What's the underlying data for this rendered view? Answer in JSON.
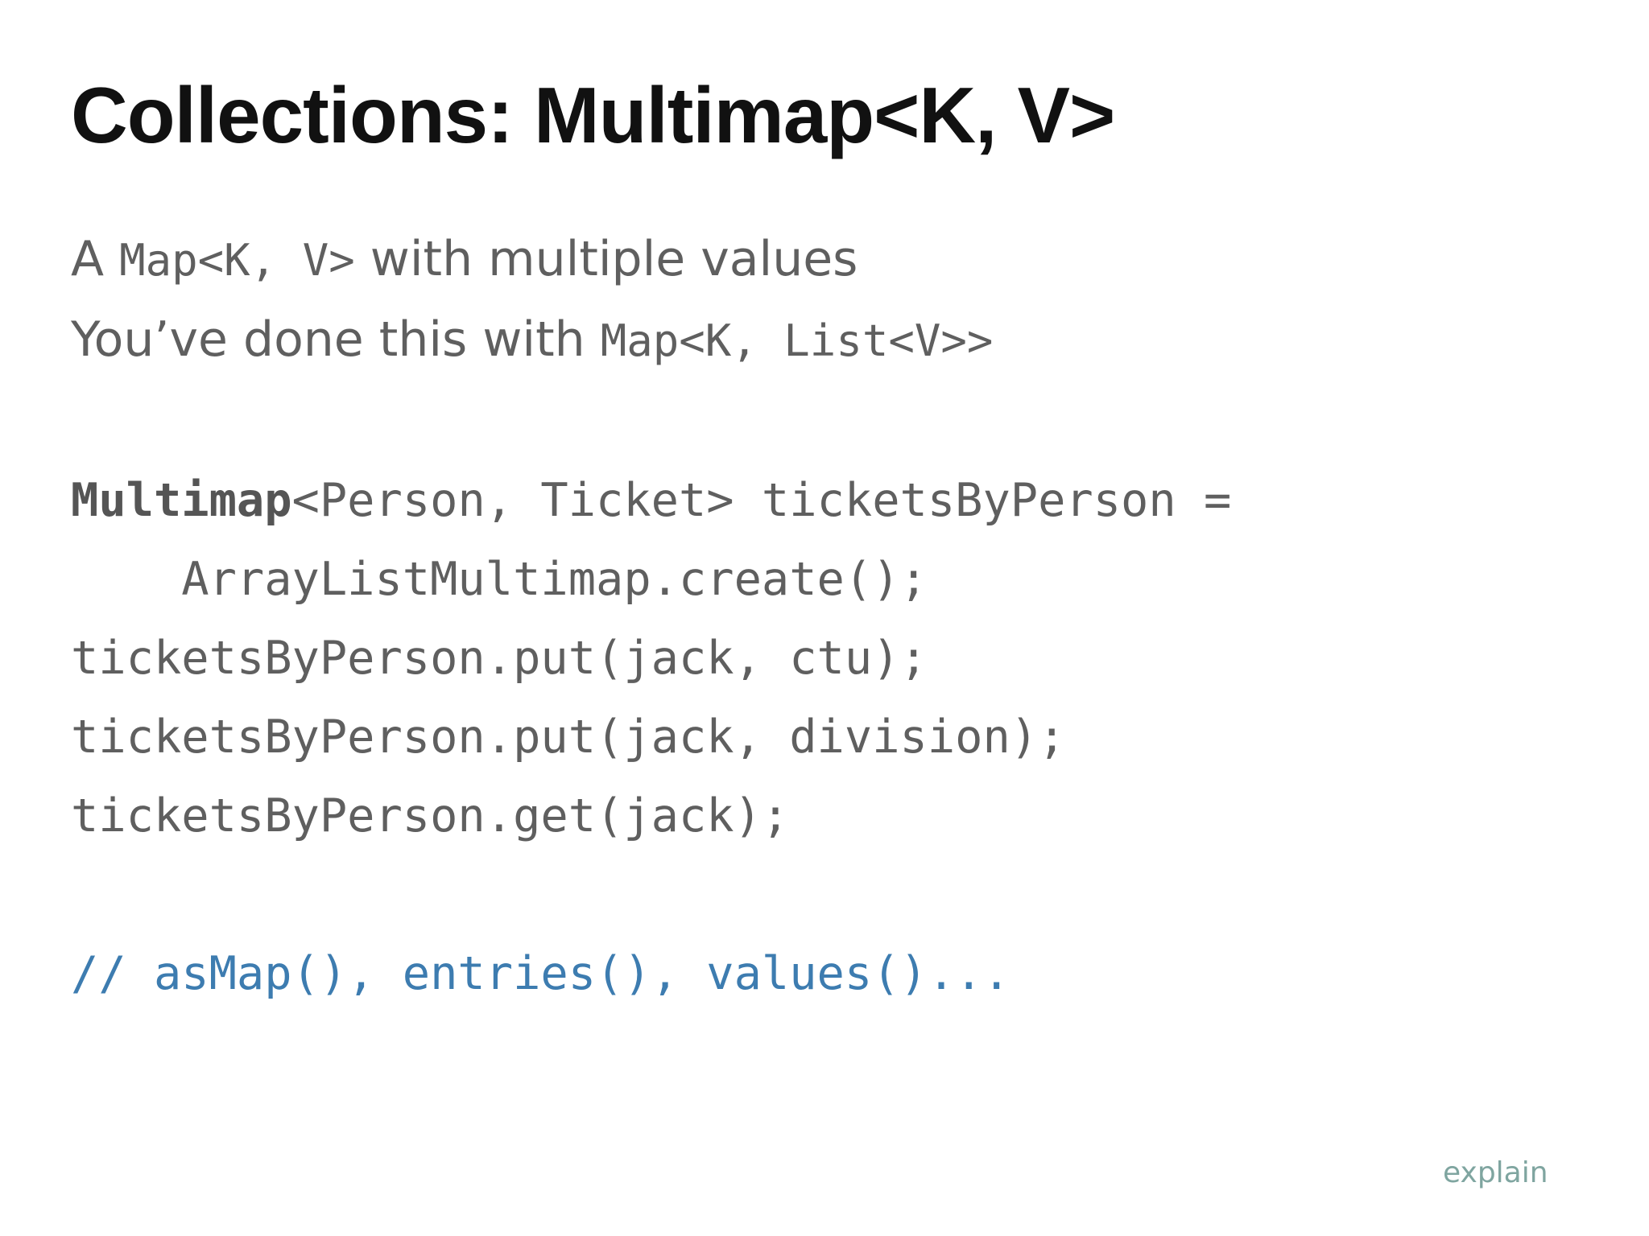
{
  "slide": {
    "title": "Collections: Multimap<K, V>",
    "bullets": [
      {
        "prefix": "A ",
        "code": "Map<K, V>",
        "suffix": " with multiple values"
      },
      {
        "prefix": "You’ve done this with ",
        "code": "Map<K, List<V>>",
        "suffix": ""
      }
    ],
    "code": {
      "line1_keyword": "Multimap",
      "line1_rest": "<Person, Ticket> ticketsByPerson =",
      "line2": "    ArrayListMultimap.create();",
      "line3": "ticketsByPerson.put(jack, ctu);",
      "line4": "ticketsByPerson.put(jack, division);",
      "line5": "ticketsByPerson.get(jack);",
      "comment": "// asMap(), entries(), values()..."
    },
    "explain_link": "explain"
  }
}
